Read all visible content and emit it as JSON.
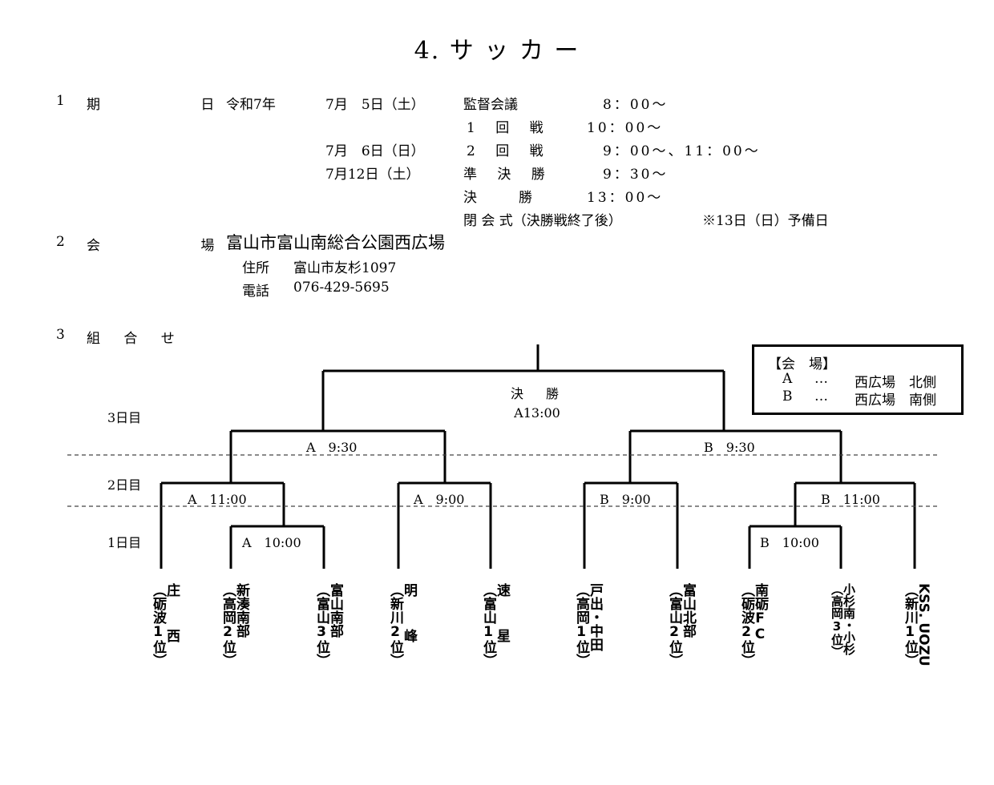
{
  "title": "4. サ ッ カ ー",
  "schedule": {
    "label_num": "1",
    "label_text": "期  日",
    "era": "令和7年",
    "rows": [
      {
        "date": "7月　5日（土）",
        "event": "監督会議",
        "time": "8：00～"
      },
      {
        "date": "",
        "event": "1 回 戦",
        "time": "10：00～"
      },
      {
        "date": "7月　6日（日）",
        "event": "2 回 戦",
        "time": "9：00～、11：00～"
      },
      {
        "date": "7月12日（土）",
        "event": "準 決 勝",
        "time": "9：30～"
      },
      {
        "date": "",
        "event": "決　　勝",
        "time": "13：00～"
      },
      {
        "date": "",
        "event": "閉 会 式（決勝戦終了後）",
        "time": "※13日（日）予備日"
      }
    ]
  },
  "venue": {
    "label_num": "2",
    "label_text": "会  場",
    "name": "富山市富山南総合公園西広場",
    "address_label": "住所",
    "address": "富山市友杉1097",
    "phone_label": "電話",
    "phone": "076-429-5695"
  },
  "bracket": {
    "label_num": "3",
    "label_text": "組 合 せ",
    "days": [
      "3日目",
      "2日目",
      "1日目"
    ],
    "final_label": "決　勝",
    "final_time": "A13:00",
    "semis": [
      "A　9:30",
      "B　9:30"
    ],
    "quarters": [
      "A　11:00",
      "A　9:00",
      "B　9:00",
      "B　11:00"
    ],
    "firsts": [
      "A　10:00",
      "B　10:00"
    ],
    "legend": {
      "title": "【会　場】",
      "rows": [
        {
          "code": "A",
          "dots": "…",
          "place": "西広場　北側"
        },
        {
          "code": "B",
          "dots": "…",
          "place": "西広場　南側"
        }
      ]
    },
    "teams": [
      {
        "name": "庄西",
        "rank": "（砺波1位）"
      },
      {
        "name": "新湊南部",
        "rank": "（高岡2位）"
      },
      {
        "name": "富山南部",
        "rank": "（富山3位）"
      },
      {
        "name": "明峰",
        "rank": "（新川2位）"
      },
      {
        "name": "速星",
        "rank": "（富山1位）"
      },
      {
        "name": "戸出・中田",
        "rank": "（高岡1位）"
      },
      {
        "name": "富山北部",
        "rank": "（富山2位）"
      },
      {
        "name": "南砺FC",
        "rank": "（砺波2位）"
      },
      {
        "name": "小杉南・小杉",
        "rank": "（高岡3位）"
      },
      {
        "name": "KSS. UOZU",
        "rank": "（新川1位）"
      }
    ]
  }
}
